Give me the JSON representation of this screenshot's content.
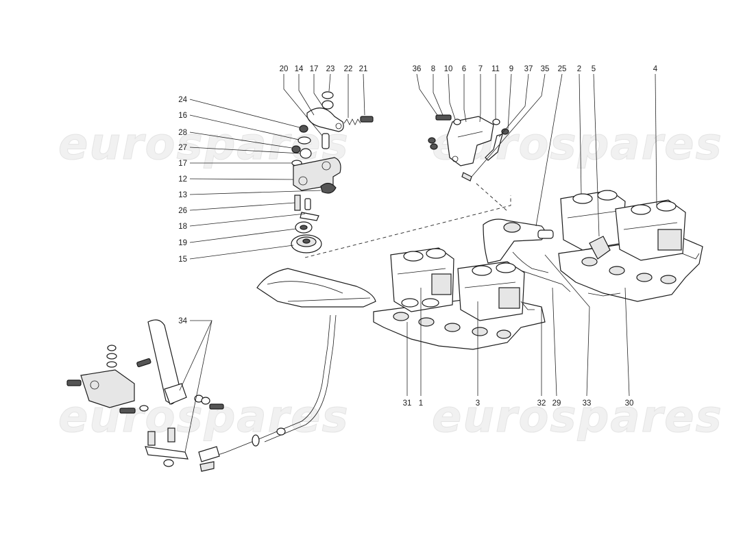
{
  "watermark": {
    "text": "eurospares",
    "color": "#e8e8e8"
  },
  "colors": {
    "line": "#1a1a1a",
    "background": "#ffffff"
  },
  "callouts": [
    {
      "id": "20",
      "label": "20"
    },
    {
      "id": "14",
      "label": "14"
    },
    {
      "id": "17a",
      "label": "17"
    },
    {
      "id": "23",
      "label": "23"
    },
    {
      "id": "22",
      "label": "22"
    },
    {
      "id": "21",
      "label": "21"
    },
    {
      "id": "24",
      "label": "24"
    },
    {
      "id": "16",
      "label": "16"
    },
    {
      "id": "28",
      "label": "28"
    },
    {
      "id": "27",
      "label": "27"
    },
    {
      "id": "17b",
      "label": "17"
    },
    {
      "id": "12",
      "label": "12"
    },
    {
      "id": "13",
      "label": "13"
    },
    {
      "id": "26",
      "label": "26"
    },
    {
      "id": "18",
      "label": "18"
    },
    {
      "id": "19",
      "label": "19"
    },
    {
      "id": "15",
      "label": "15"
    },
    {
      "id": "36",
      "label": "36"
    },
    {
      "id": "8",
      "label": "8"
    },
    {
      "id": "10",
      "label": "10"
    },
    {
      "id": "6",
      "label": "6"
    },
    {
      "id": "7",
      "label": "7"
    },
    {
      "id": "11",
      "label": "11"
    },
    {
      "id": "9",
      "label": "9"
    },
    {
      "id": "37",
      "label": "37"
    },
    {
      "id": "35",
      "label": "35"
    },
    {
      "id": "25",
      "label": "25"
    },
    {
      "id": "2",
      "label": "2"
    },
    {
      "id": "5",
      "label": "5"
    },
    {
      "id": "4",
      "label": "4"
    },
    {
      "id": "34",
      "label": "34"
    },
    {
      "id": "31",
      "label": "31"
    },
    {
      "id": "1",
      "label": "1"
    },
    {
      "id": "3",
      "label": "3"
    },
    {
      "id": "32",
      "label": "32"
    },
    {
      "id": "29",
      "label": "29"
    },
    {
      "id": "33",
      "label": "33"
    },
    {
      "id": "30",
      "label": "30"
    }
  ]
}
